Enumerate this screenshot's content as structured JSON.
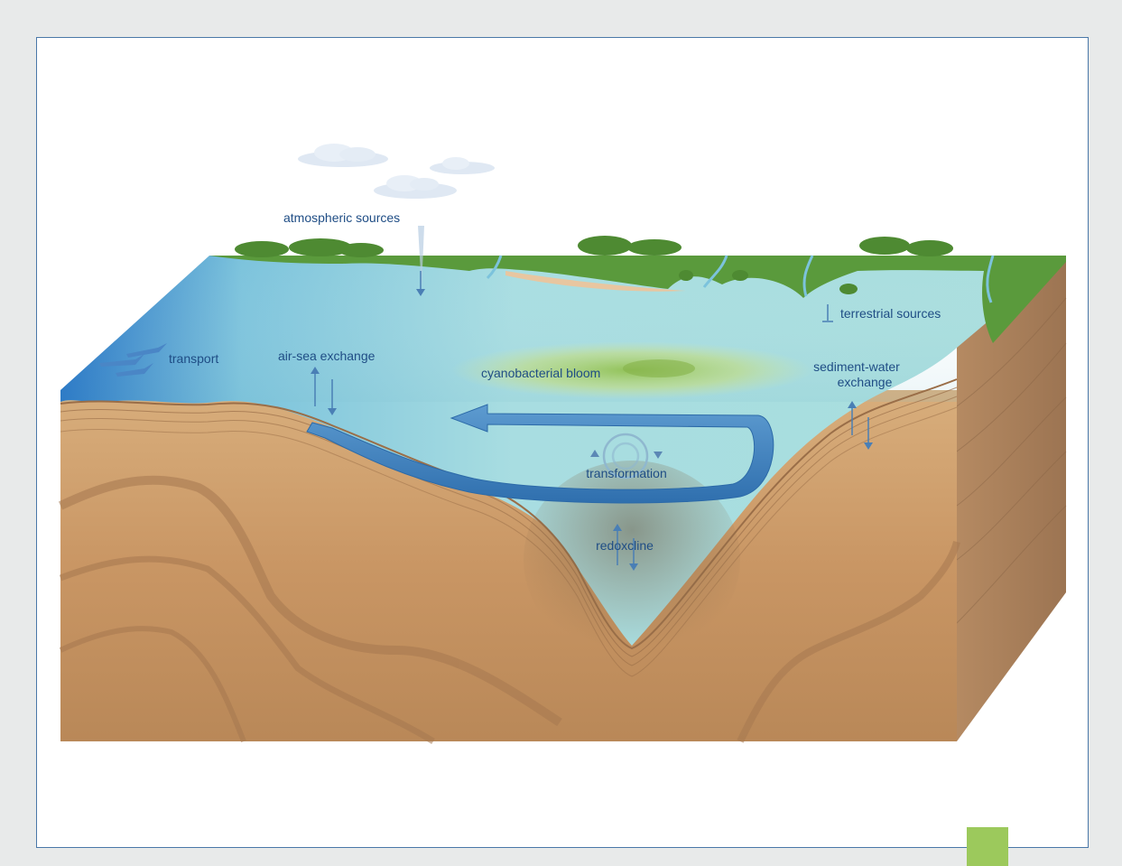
{
  "labels": {
    "atmospheric_sources": "atmospheric sources",
    "terrestrial_sources": "terrestrial sources",
    "transport": "transport",
    "air_sea_exchange": "air-sea exchange",
    "cyanobacterial_bloom": "cyanobacterial bloom",
    "sediment_water_line1": "sediment-water",
    "sediment_water_line2": "exchange",
    "transformation": "transformation",
    "redoxcline": "redoxcline"
  },
  "colors": {
    "frame_border": "#4a78a8",
    "label_text": "#1f4d85",
    "water": "#a9dde0",
    "land": "#5a9a3c",
    "sediment": "#c89a6a",
    "accent_square": "#9cc95c"
  }
}
